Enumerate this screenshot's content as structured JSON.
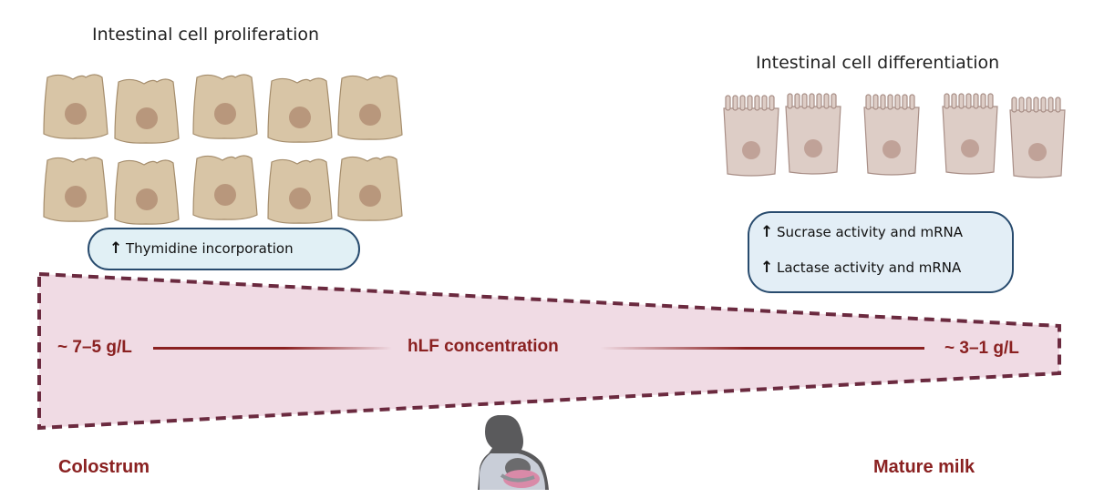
{
  "left_panel": {
    "title": "Intestinal cell proliferation",
    "pill_text": "Thymidine incorporation"
  },
  "right_panel": {
    "title": "Intestinal cell differentiation",
    "pill_items": [
      "Sucrase activity and mRNA",
      "Lactase activity and mRNA"
    ]
  },
  "gradient": {
    "left_value": "~ 7–5 g/L",
    "center_label": "hLF concentration",
    "right_value": "~ 3–1 g/L"
  },
  "bottom": {
    "left_label": "Colostrum",
    "right_label": "Mature milk"
  },
  "colors": {
    "accent_red": "#8a2121",
    "wedge_fill": "#f0dbe4",
    "wedge_border": "#6b2a3f",
    "pill_border": "#284b6e",
    "cell_tan": "#d8c5a6",
    "cell_nucleus": "#b8977c",
    "diff_cell": "#ddcdc6"
  },
  "icons": {
    "up_arrow": "up-arrow-icon",
    "mother": "breastfeeding-mother-icon"
  }
}
